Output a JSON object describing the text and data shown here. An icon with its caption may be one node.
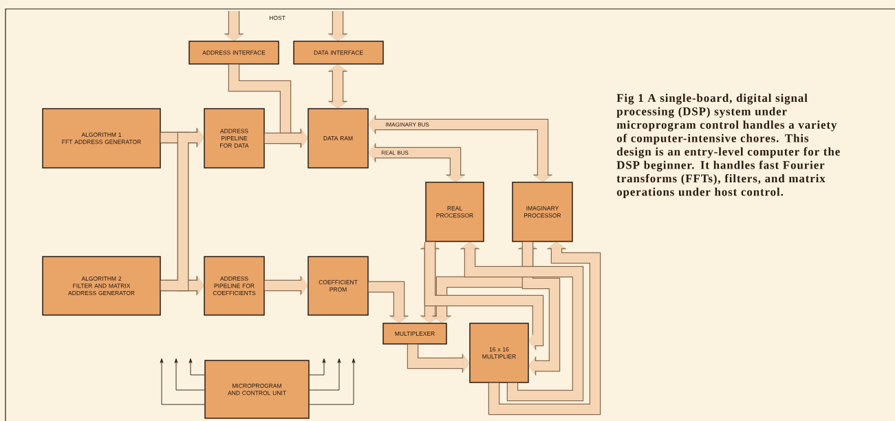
{
  "diagram": {
    "caption": "Fig 1 A single-board, digital signal processing (DSP) system under microprogram control handles a variety of computer-intensive chores. This design is an entry-level computer for the DSP beginner. It handles fast Fourier transforms (FFTs), filters, and matrix operations under host control.",
    "nodes": [
      {
        "text": [
          "ADDRESS INTERFACE"
        ]
      },
      {
        "text": [
          "DATA INTERFACE"
        ]
      },
      {
        "text": [
          "ALGORITHM 1",
          "FFT ADDRESS GENERATOR"
        ]
      },
      {
        "text": [
          "ADDRESS PIPELINE FOR DATA"
        ]
      },
      {
        "text": [
          "DATA RAM"
        ]
      },
      {
        "text": [
          "REAL PROCESSOR"
        ]
      },
      {
        "text": [
          "IMAGINARY PROCESSOR"
        ]
      },
      {
        "text": [
          "ALGORITHM 2",
          "FILTER AND MATRIX ADDRESS GENERATOR"
        ]
      },
      {
        "text": [
          "ADDRESS PIPELINE FOR COEFFICIENTS"
        ]
      },
      {
        "text": [
          "COEFFICIENT PROM"
        ]
      },
      {
        "text": [
          "MULTIPLEXER"
        ]
      },
      {
        "text": [
          "16 x 16 MULTIPLIER"
        ]
      },
      {
        "text": [
          "MICROPROGRAM AND CONTROL UNIT"
        ]
      }
    ],
    "edges": [
      {
        "from": null,
        "to": 0,
        "arrow": "to"
      },
      {
        "from": null,
        "to": 1,
        "arrow": "to"
      },
      {
        "from": 0,
        "to": 4,
        "arrow": "to"
      },
      {
        "from": 1,
        "to": 4,
        "arrow": "both"
      },
      {
        "from": 2,
        "to": 3,
        "arrow": "to"
      },
      {
        "from": 2,
        "to": 8,
        "arrow": "to"
      },
      {
        "from": 7,
        "to": 8,
        "arrow": "to"
      },
      {
        "from": 7,
        "to": 3,
        "arrow": "to"
      },
      {
        "from": 3,
        "to": 4,
        "arrow": "to"
      },
      {
        "from": 8,
        "to": 9,
        "arrow": "to"
      },
      {
        "from": 4,
        "to": 6,
        "arrow": "both",
        "label": "IMAGINARY BUS"
      },
      {
        "from": 4,
        "to": 5,
        "arrow": "both",
        "label": "REAL BUS"
      },
      {
        "from": 9,
        "to": 10,
        "arrow": "to"
      },
      {
        "from": 5,
        "to": 10,
        "arrow": "both"
      },
      {
        "from": 6,
        "to": 10,
        "arrow": "both"
      },
      {
        "from": 5,
        "to": 11,
        "arrow": "to"
      },
      {
        "from": 6,
        "to": 11,
        "arrow": "to"
      },
      {
        "from": 10,
        "to": 11,
        "arrow": "to"
      },
      {
        "from": 11,
        "to": 5,
        "arrow": "to"
      },
      {
        "from": 11,
        "to": 6,
        "arrow": "to"
      },
      {
        "from": 12,
        "to": null,
        "arrow": "to",
        "color": "#2a1a10"
      },
      {
        "from": 12,
        "to": null,
        "arrow": "to",
        "color": "#2a1a10"
      },
      {
        "from": 12,
        "to": null,
        "arrow": "to",
        "color": "#2a1a10"
      },
      {
        "from": 12,
        "to": null,
        "arrow": "to",
        "color": "#2a1a10"
      },
      {
        "from": 12,
        "to": null,
        "arrow": "to",
        "color": "#2a1a10"
      },
      {
        "from": 12,
        "to": null,
        "arrow": "to",
        "color": "#2a1a10"
      }
    ],
    "labels": [
      "HOST"
    ]
  }
}
